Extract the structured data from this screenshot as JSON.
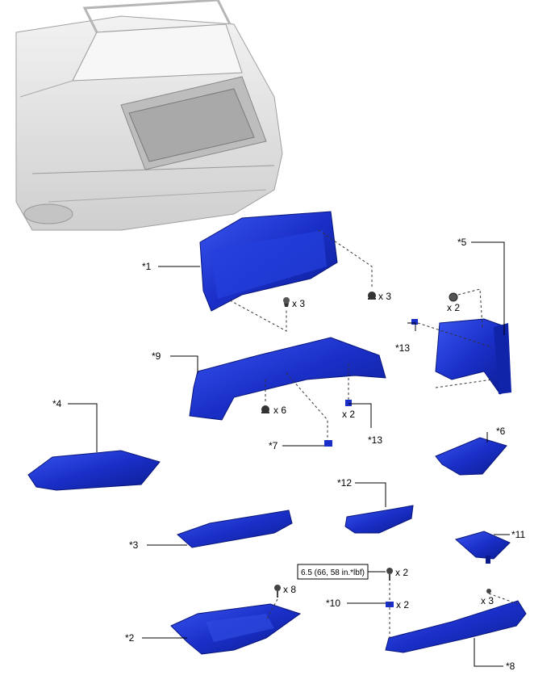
{
  "callouts": {
    "c1": "*1",
    "c2": "*2",
    "c3": "*3",
    "c4": "*4",
    "c5": "*5",
    "c6": "*6",
    "c7": "*7",
    "c8": "*8",
    "c9": "*9",
    "c10": "*10",
    "c11": "*11",
    "c12": "*12",
    "c13a": "*13",
    "c13b": "*13"
  },
  "quantities": {
    "q_clip_a": "x 3",
    "q_clip_b": "x 3",
    "q_clip_c": "x 2",
    "q_clip_d": "x 6",
    "q_clip_e": "x 2",
    "q_bolt_8": "x 8",
    "q_bolt_10": "x 2",
    "q_clip_10": "x 2",
    "q_screw_8": "x 3"
  },
  "torque_spec": "6.5 (66, 58 in.*lbf)",
  "colors": {
    "part_blue": "#1a2fc8",
    "part_dark": "#0a1a8a",
    "part_light": "#3550e8",
    "car_gray": "#d9d9d9",
    "car_line": "#9a9a9a"
  }
}
